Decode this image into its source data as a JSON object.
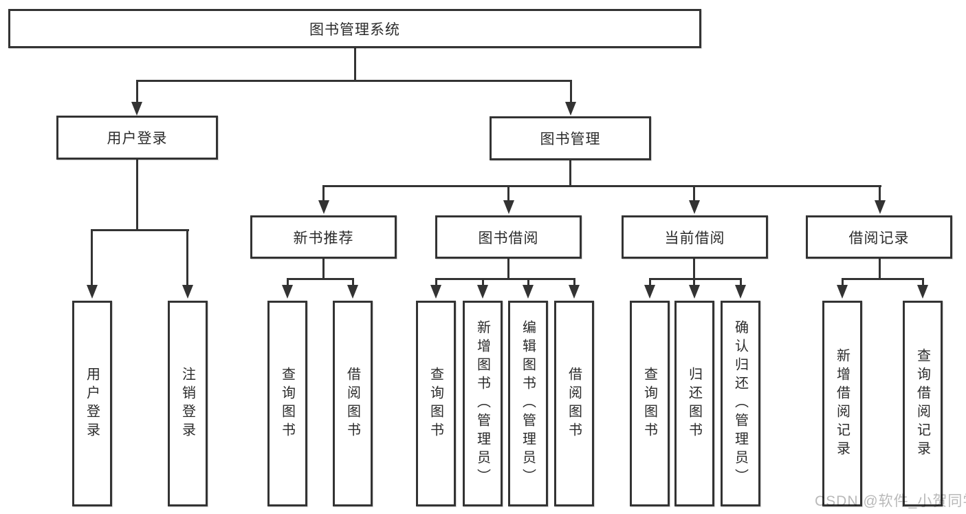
{
  "tree": {
    "root": {
      "label": "图书管理系统"
    },
    "branches": [
      {
        "label": "用户登录",
        "children": [
          {
            "label": "用户登录"
          },
          {
            "label": "注销登录"
          }
        ]
      },
      {
        "label": "图书管理",
        "children": [
          {
            "label": "新书推荐",
            "children": [
              {
                "label": "查询图书"
              },
              {
                "label": "借阅图书"
              }
            ]
          },
          {
            "label": "图书借阅",
            "children": [
              {
                "label": "查询图书"
              },
              {
                "label": "新增图书（管理员）"
              },
              {
                "label": "编辑图书（管理员）"
              },
              {
                "label": "借阅图书"
              }
            ]
          },
          {
            "label": "当前借阅",
            "children": [
              {
                "label": "查询图书"
              },
              {
                "label": "归还图书"
              },
              {
                "label": "确认归还（管理员）"
              }
            ]
          },
          {
            "label": "借阅记录",
            "children": [
              {
                "label": "新增借阅记录"
              },
              {
                "label": "查询借阅记录"
              }
            ]
          }
        ]
      }
    ]
  },
  "watermark": {
    "text": "CSDN @软件_小贺同学",
    "color": "#b9b9b9"
  },
  "colors": {
    "line": "#333333",
    "box_border": "#333333",
    "text": "#2b2b2b",
    "background": "#ffffff",
    "watermark": "#b9b9b9"
  }
}
